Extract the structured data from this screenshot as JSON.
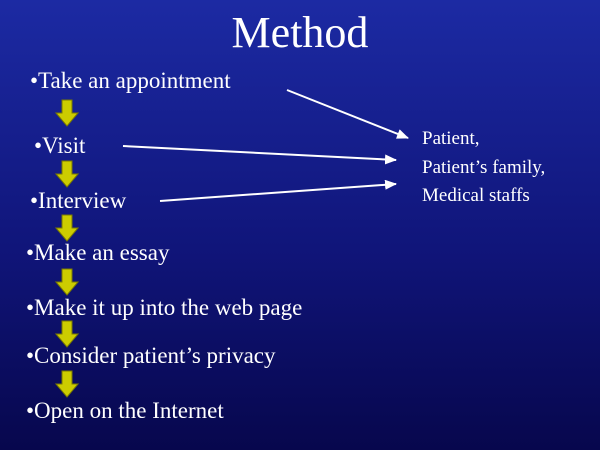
{
  "slide": {
    "title": "Method",
    "steps": [
      "•Take an appointment",
      "•Visit",
      "•Interview",
      "•Make an essay",
      "•Make it up into the web page",
      "•Consider patient’s privacy",
      "•Open on the Internet"
    ],
    "targets": [
      "Patient,",
      "Patient’s family,",
      "Medical staffs"
    ]
  },
  "colors": {
    "background_top": "#1c2aa3",
    "background_bottom": "#07074d",
    "text": "#ffffff",
    "arrow_fill": "#cccc00",
    "arrow_stroke": "#7a7a00",
    "pointer": "#ffffff"
  },
  "icons": {
    "flow_arrow": "down-arrow-icon",
    "pointer_arrow": "right-arrow-icon"
  }
}
